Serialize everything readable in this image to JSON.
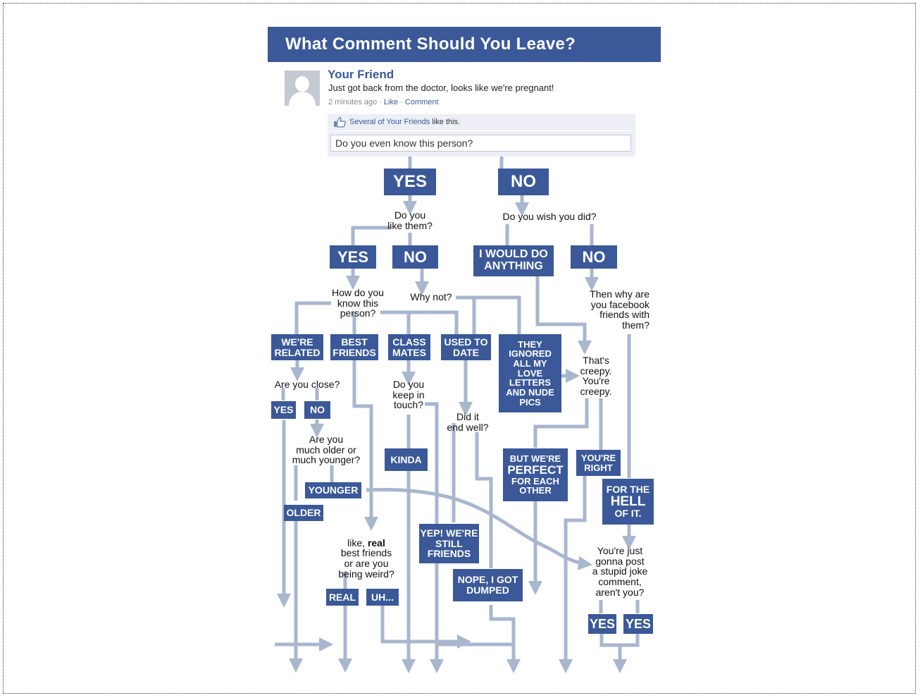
{
  "title": "What Comment Should You Leave?",
  "post": {
    "author": "Your Friend",
    "status": "Just got back from the doctor, looks like we're pregnant!",
    "time": "2 minutes ago",
    "sep": "·",
    "like": "Like",
    "comment": "Comment",
    "likes_link": "Several of Your Friends",
    "likes_rest": " like this.",
    "comment_text": "Do you even know this person?"
  },
  "colors": {
    "box": "#3b5998",
    "line": "#a8b6ce"
  },
  "nodes": {
    "yes1": "YES",
    "no1": "NO",
    "q_like_them": "Do you\nlike them?",
    "q_wish": "Do you wish you did?",
    "yes2": "YES",
    "no2": "NO",
    "would_do": "I WOULD DO\nANYTHING",
    "no3": "NO",
    "q_how_know": "How do you\nknow this\nperson?",
    "q_why_not": "Why not?",
    "q_then_why": "Then why are\nyou facebook\nfriends with\nthem?",
    "related": "WE'RE\nRELATED",
    "best_friends": "BEST\nFRIENDS",
    "class_mates": "CLASS\nMATES",
    "used_to_date": "USED TO\nDATE",
    "ignored": "THEY\nIGNORED\nALL MY\nLOVE\nLETTERS\nAND NUDE\nPICS",
    "q_creepy": "That's\ncreepy.\nYou're\ncreepy.",
    "q_close": "Are you close?",
    "yes3": "YES",
    "no4": "NO",
    "q_keep_touch": "Do you\nkeep in\ntouch?",
    "q_end_well": "Did it\nend well?",
    "q_older": "Are you\nmuch older or\nmuch younger?",
    "kinda": "KINDA",
    "perfect_a": "BUT WE'RE",
    "perfect_b": "PERFECT",
    "perfect_c": "FOR EACH\nOTHER",
    "youre_right": "YOU'RE\nRIGHT",
    "hell_a": "FOR THE",
    "hell_b": "HELL",
    "hell_c": "OF IT.",
    "younger": "YOUNGER",
    "older": "OLDER",
    "q_real_a": "like, ",
    "q_real_b": "real",
    "q_real_c": "best friends\nor are you\nbeing weird?",
    "still_friends": "YEP! WE'RE\nSTILL\nFRIENDS",
    "q_joke": "You're just\ngonna post\na stupid joke\ncomment,\naren't you?",
    "dumped": "NOPE, I GOT\nDUMPED",
    "real": "REAL",
    "uh": "UH...",
    "yes4": "YES",
    "yes5": "YES"
  }
}
